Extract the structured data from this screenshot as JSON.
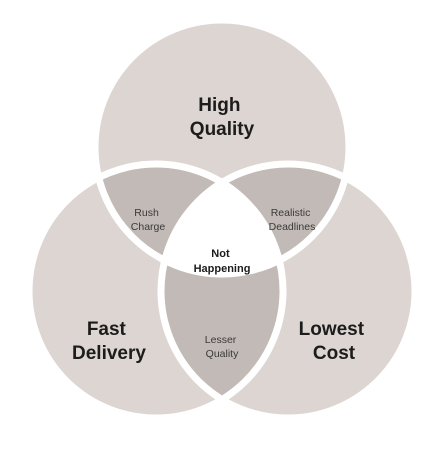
{
  "diagram": {
    "circles": [
      {
        "id": "quality",
        "label_lines": [
          "High",
          "Quality"
        ]
      },
      {
        "id": "fast",
        "label_lines": [
          "Fast",
          "Delivery"
        ]
      },
      {
        "id": "cost",
        "label_lines": [
          "Lowest",
          "Cost"
        ]
      }
    ],
    "overlaps": {
      "quality_fast": [
        "Rush",
        "Charge"
      ],
      "quality_cost": [
        "Realistic",
        "Deadlines"
      ],
      "fast_cost": [
        "Lesser",
        "Quality"
      ],
      "center": [
        "Not",
        "Happening"
      ]
    },
    "colors": {
      "circle_fill": "#dcd5d1",
      "overlap_fill": "#c2bab6",
      "center_fill": "#ffffff",
      "separator": "#ffffff",
      "text": "#1c1c1c"
    }
  }
}
